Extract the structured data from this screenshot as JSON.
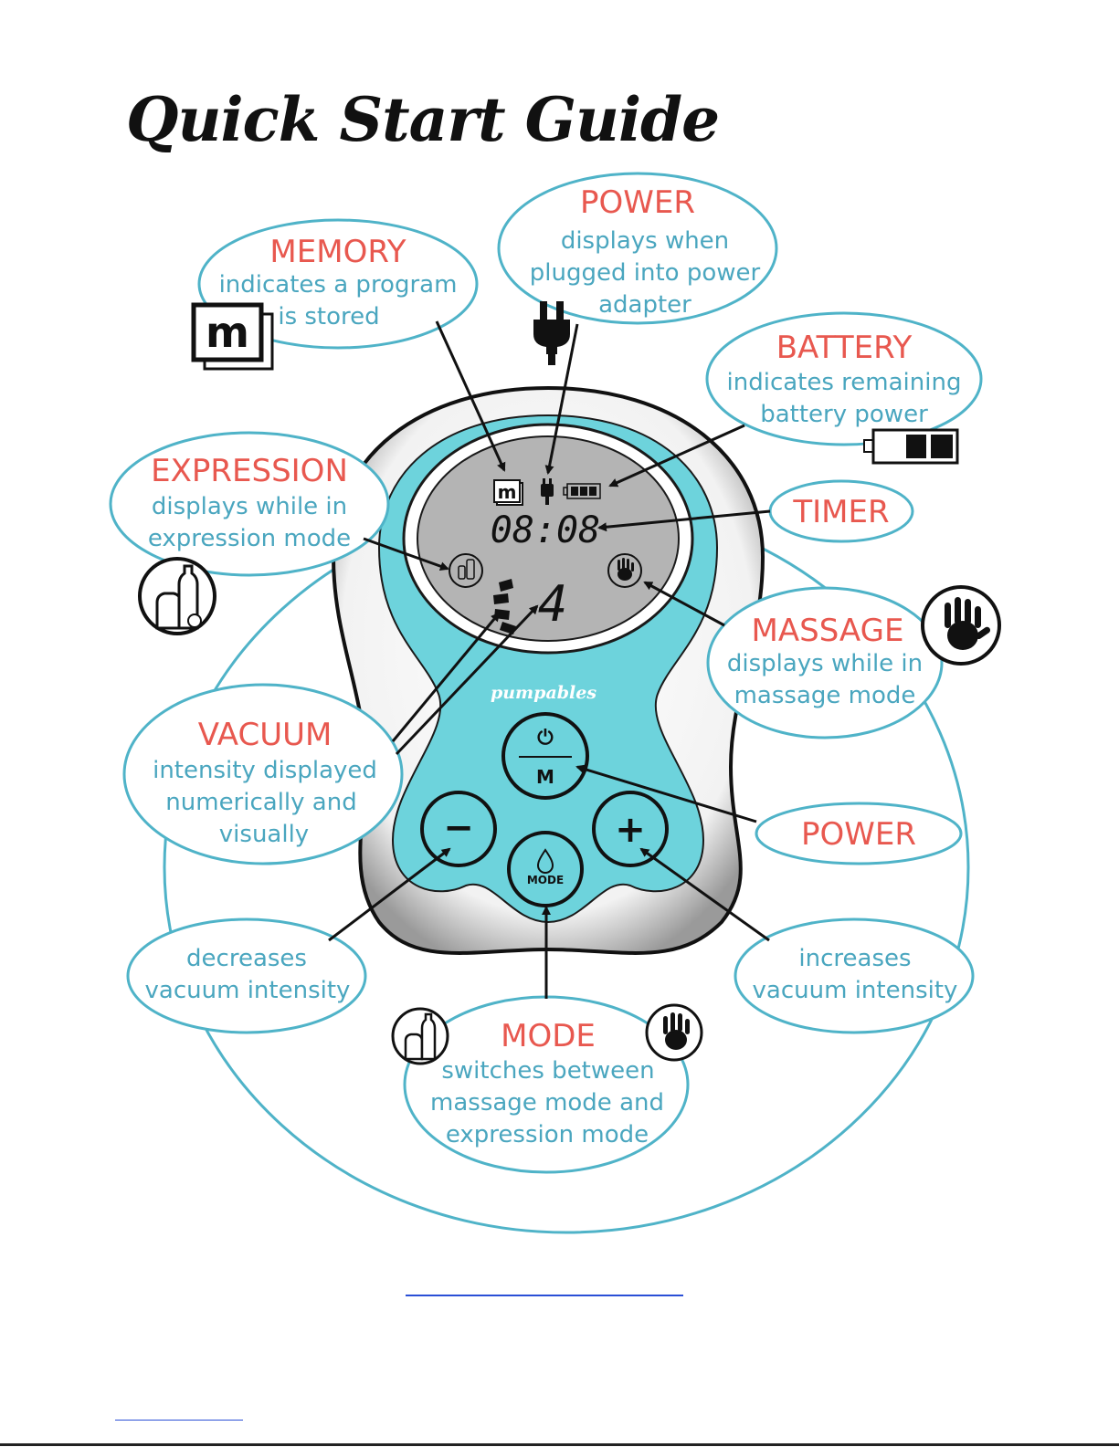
{
  "title": "Quick Start Guide",
  "device": {
    "brand": "pumpables",
    "timer": "08:08",
    "level": "4",
    "power_glyph": "⏻",
    "memory_glyph": "M",
    "mode_label": "MODE",
    "minus_glyph": "−",
    "plus_glyph": "+",
    "lcd_memory_glyph": "m",
    "memory_icon_glyph": "m"
  },
  "callouts": {
    "memory": {
      "title": "MEMORY",
      "lines": [
        "indicates a program",
        "is stored"
      ]
    },
    "power_display": {
      "title": "POWER",
      "lines": [
        "displays when",
        "plugged into power",
        "adapter"
      ]
    },
    "battery": {
      "title": "BATTERY",
      "lines": [
        "indicates remaining",
        "battery power"
      ]
    },
    "expression": {
      "title": "EXPRESSION",
      "lines": [
        "displays while in",
        "expression mode"
      ]
    },
    "timer": {
      "title": "TIMER"
    },
    "massage": {
      "title": "MASSAGE",
      "lines": [
        "displays while in",
        "massage mode"
      ]
    },
    "vacuum": {
      "title": "VACUUM",
      "lines": [
        "intensity displayed",
        "numerically and",
        "visually"
      ]
    },
    "power_button": {
      "title": "POWER"
    },
    "decrease": {
      "lines": [
        "decreases",
        "vacuum intensity"
      ]
    },
    "increase": {
      "lines": [
        "increases",
        "vacuum intensity"
      ]
    },
    "mode": {
      "title": "MODE",
      "lines": [
        "switches between",
        "massage mode and",
        "expression mode"
      ]
    }
  },
  "colors": {
    "teal": "#6dd3dc",
    "callout_border": "#4fb3c8",
    "title_red": "#e8584f",
    "desc_blue": "#4aa6bf",
    "lcd_gray": "#b4b4b4",
    "link_blue": "#2a4fd6"
  }
}
